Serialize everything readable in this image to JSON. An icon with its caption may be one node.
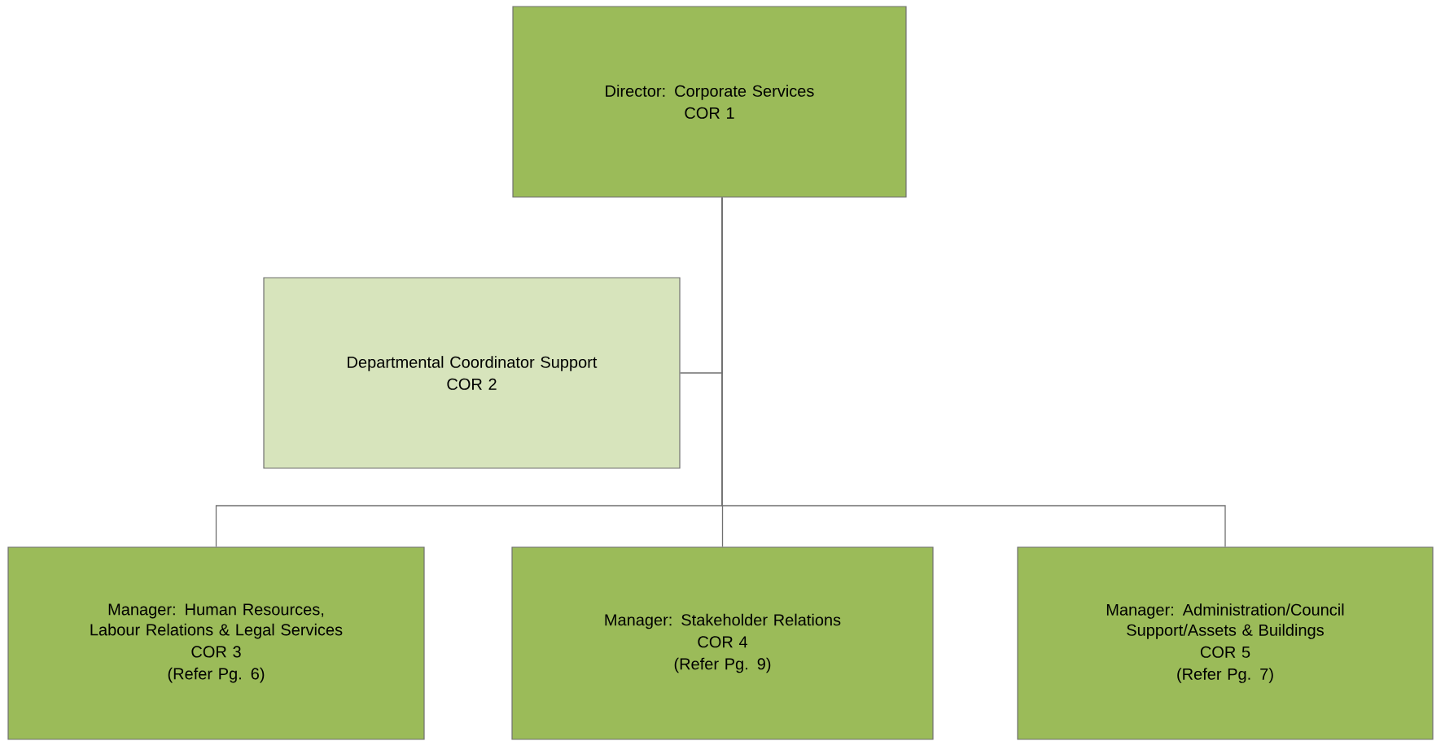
{
  "diagram": {
    "nodes": [
      {
        "text": [
          "Director: Corporate Services",
          "COR 1"
        ]
      },
      {
        "text": [
          "Departmental Coordinator Support",
          "COR 2"
        ]
      },
      {
        "text": [
          "Manager: Human Resources, Labour Relations & Legal Services",
          "COR 3",
          "(Refer Pg. 6)"
        ]
      },
      {
        "text": [
          "Manager: Stakeholder Relations",
          "COR 4",
          "(Refer Pg. 9)"
        ]
      },
      {
        "text": [
          "Manager: Administration/Council Support/Assets & Buildings",
          "COR 5",
          "(Refer Pg. 7)"
        ]
      }
    ],
    "edges": [
      {
        "from": 0,
        "to": 1,
        "arrow": "none"
      },
      {
        "from": 0,
        "to": 2,
        "arrow": "none"
      },
      {
        "from": 0,
        "to": 3,
        "arrow": "none"
      },
      {
        "from": 0,
        "to": 4,
        "arrow": "none"
      }
    ]
  }
}
